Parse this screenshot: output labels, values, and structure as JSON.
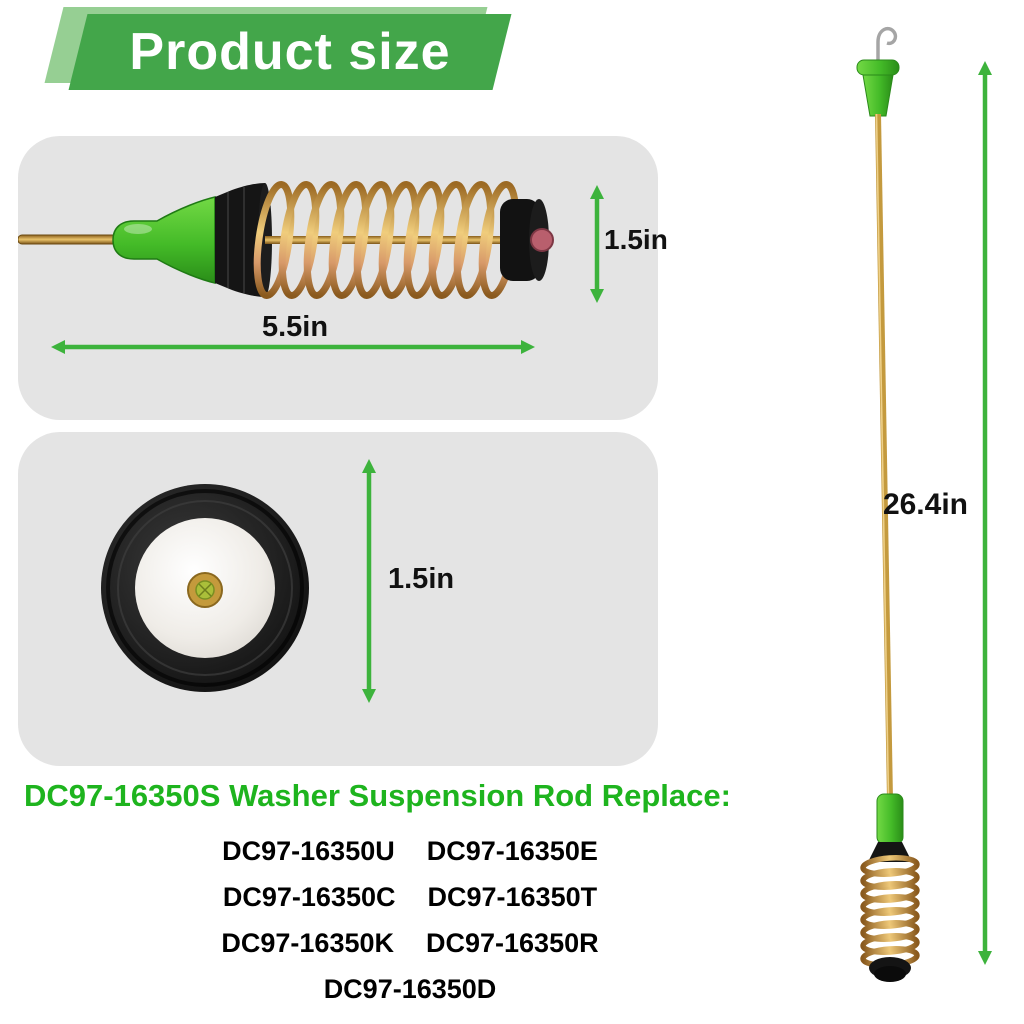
{
  "banner": {
    "title": "Product size"
  },
  "colors": {
    "accent": "#3db33c",
    "banner": "#43a64a",
    "banner_shadow": "#96cf93",
    "heading": "#1eb41e",
    "panel": "#e4e4e4"
  },
  "side_view": {
    "height_label": "1.5in",
    "length_label": "5.5in"
  },
  "end_view": {
    "diameter_label": "1.5in"
  },
  "full_view": {
    "length_label": "26.4in"
  },
  "replace": {
    "heading": "DC97-16350S Washer Suspension Rod Replace:",
    "rows": [
      [
        "DC97-16350U",
        "DC97-16350E"
      ],
      [
        "DC97-16350C",
        "DC97-16350T"
      ],
      [
        "DC97-16350K",
        "DC97-16350R"
      ],
      [
        "DC97-16350D"
      ]
    ]
  }
}
